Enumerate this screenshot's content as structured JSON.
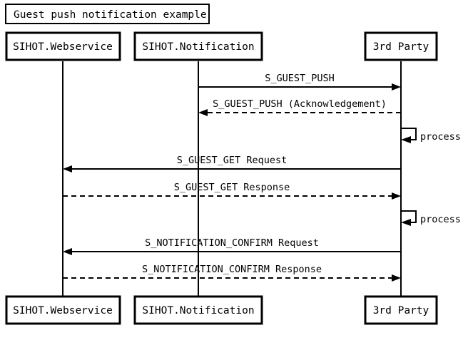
{
  "title": {
    "text": "Guest push notification example"
  },
  "participants": [
    {
      "id": "webservice",
      "label": "SIHOT.Webservice"
    },
    {
      "id": "notification",
      "label": "SIHOT.Notification"
    },
    {
      "id": "thirdparty",
      "label": "3rd Party"
    }
  ],
  "messages": [
    {
      "id": "m1",
      "label": "S_GUEST_PUSH",
      "from": "notification",
      "to": "thirdparty",
      "style": "solid",
      "direction": "right"
    },
    {
      "id": "m2",
      "label": "S_GUEST_PUSH (Acknowledgement)",
      "from": "thirdparty",
      "to": "notification",
      "style": "dashed",
      "direction": "left"
    },
    {
      "id": "m3",
      "label": "S_GUEST_GET Request",
      "from": "thirdparty",
      "to": "webservice",
      "style": "solid",
      "direction": "left"
    },
    {
      "id": "m4",
      "label": "S_GUEST_GET Response",
      "from": "webservice",
      "to": "thirdparty",
      "style": "dashed",
      "direction": "right"
    },
    {
      "id": "m5",
      "label": "S_NOTIFICATION_CONFIRM Request",
      "from": "thirdparty",
      "to": "webservice",
      "style": "solid",
      "direction": "left"
    },
    {
      "id": "m6",
      "label": "S_NOTIFICATION_CONFIRM Response",
      "from": "webservice",
      "to": "thirdparty",
      "style": "dashed",
      "direction": "right"
    }
  ],
  "self_messages": [
    {
      "id": "s1",
      "label": "process",
      "on": "thirdparty"
    },
    {
      "id": "s2",
      "label": "process",
      "on": "thirdparty"
    }
  ],
  "colors": {
    "background": "#ffffff",
    "stroke": "#000000",
    "text": "#000000"
  }
}
